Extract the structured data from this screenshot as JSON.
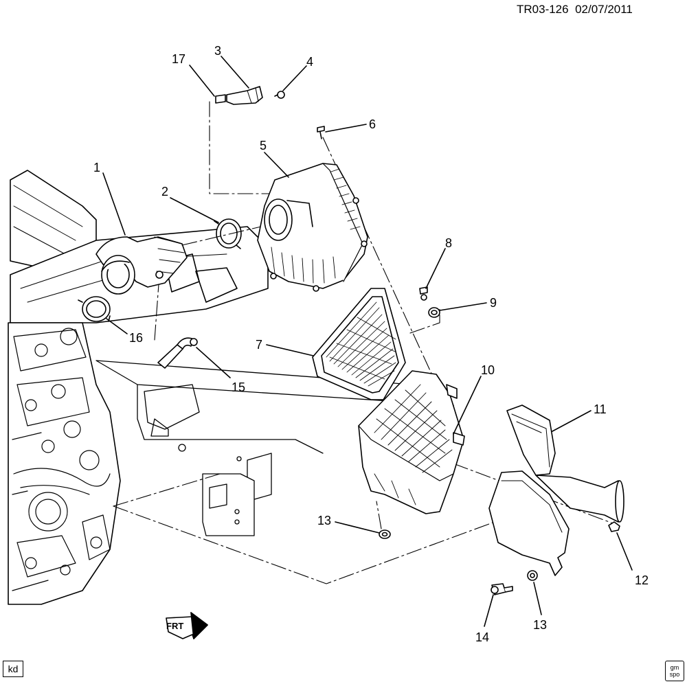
{
  "header": {
    "drawing_id": "TR03-126",
    "date": "02/07/2011"
  },
  "footer": {
    "artist_initials": "kd",
    "logo_text": [
      "gm",
      "spo"
    ]
  },
  "front_arrow": "FRT",
  "callouts": [
    "1",
    "2",
    "3",
    "4",
    "5",
    "6",
    "7",
    "8",
    "9",
    "10",
    "11",
    "12",
    "13",
    "13",
    "14",
    "15",
    "16",
    "17"
  ]
}
